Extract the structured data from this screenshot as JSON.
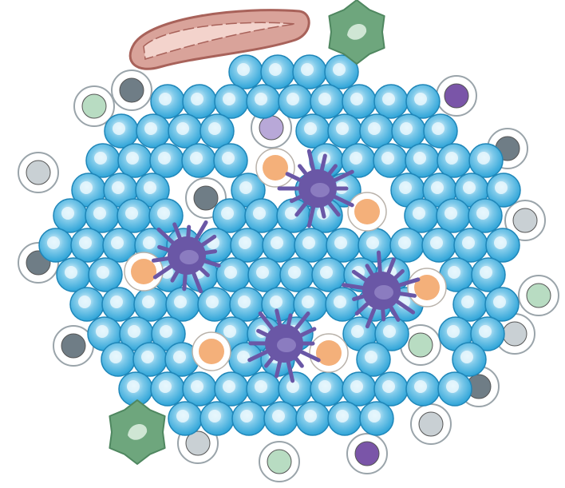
{
  "figure": {
    "colors": {
      "background": "#ffffff",
      "blue_cell_inner": "#e8f7fd",
      "blue_cell_mid": "#7fcaea",
      "blue_cell_outer": "#2ea4d8",
      "blue_cell_stroke": "#1f86b8",
      "orange_cell": "#f4b07a",
      "lavender_cell": "#b8a8d8",
      "pale_green_cell": "#b8dcc2",
      "gray_cell": "#6f7d86",
      "light_gray_cell": "#c9d0d4",
      "purple_cell": "#7a55a8",
      "dendritic_cell": "#6a57a6",
      "dendritic_nucleus": "#8b7cc0",
      "macrophage": "#6ea67d",
      "macrophage_nucleus": "#cfe6d4",
      "vessel_fill": "#d9a39a",
      "vessel_stroke": "#a8625a",
      "ring_white": "#ffffff",
      "ring_stroke": "#9aa4aa"
    },
    "groups": [
      {
        "name": "blood-vessel",
        "icon": "blood-vessel-icon"
      },
      {
        "name": "lymphocyte-cluster",
        "icon": "blue-lymphocyte-icon"
      },
      {
        "name": "dendritic-cells",
        "icon": "dendritic-cell-icon"
      },
      {
        "name": "orange-cells",
        "icon": "orange-cell-icon"
      },
      {
        "name": "peripheral-cells",
        "icon": "peripheral-cell-icon"
      },
      {
        "name": "macrophages",
        "icon": "macrophage-icon"
      }
    ]
  }
}
